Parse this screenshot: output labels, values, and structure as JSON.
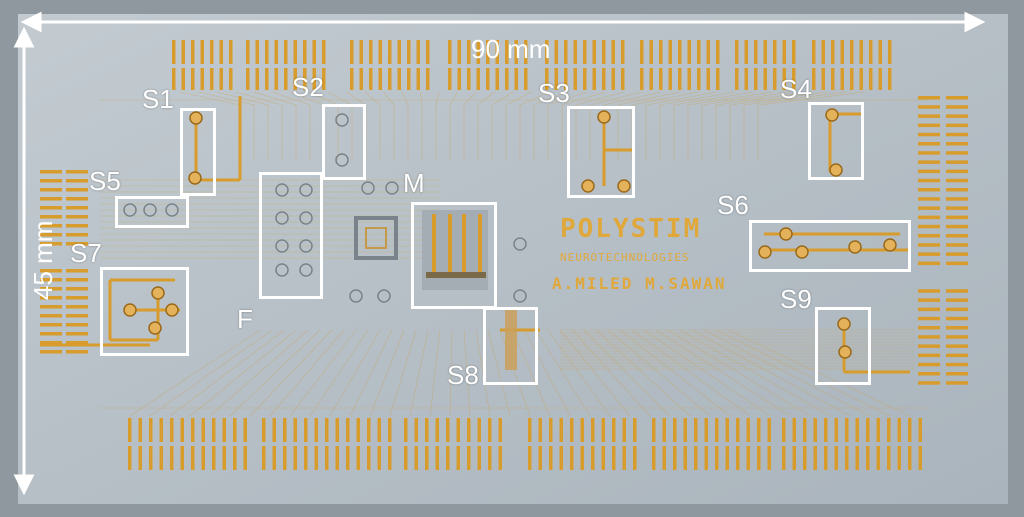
{
  "dimensions": {
    "width_label": "90 mm",
    "height_label": "45 mm"
  },
  "logo": {
    "title": "POLYSTIM",
    "subtitle": "NEUROTECHNOLOGIES",
    "authors": "A.MILED M.SAWAN"
  },
  "site_labels": [
    "S1",
    "S2",
    "S3",
    "S4",
    "S5",
    "S6",
    "S7",
    "S8",
    "S9",
    "M",
    "F"
  ],
  "colors": {
    "substrate": "#b9c2c8",
    "background": "#8e979f",
    "gold": "#d79c2c",
    "annotation": "#ffffff"
  }
}
